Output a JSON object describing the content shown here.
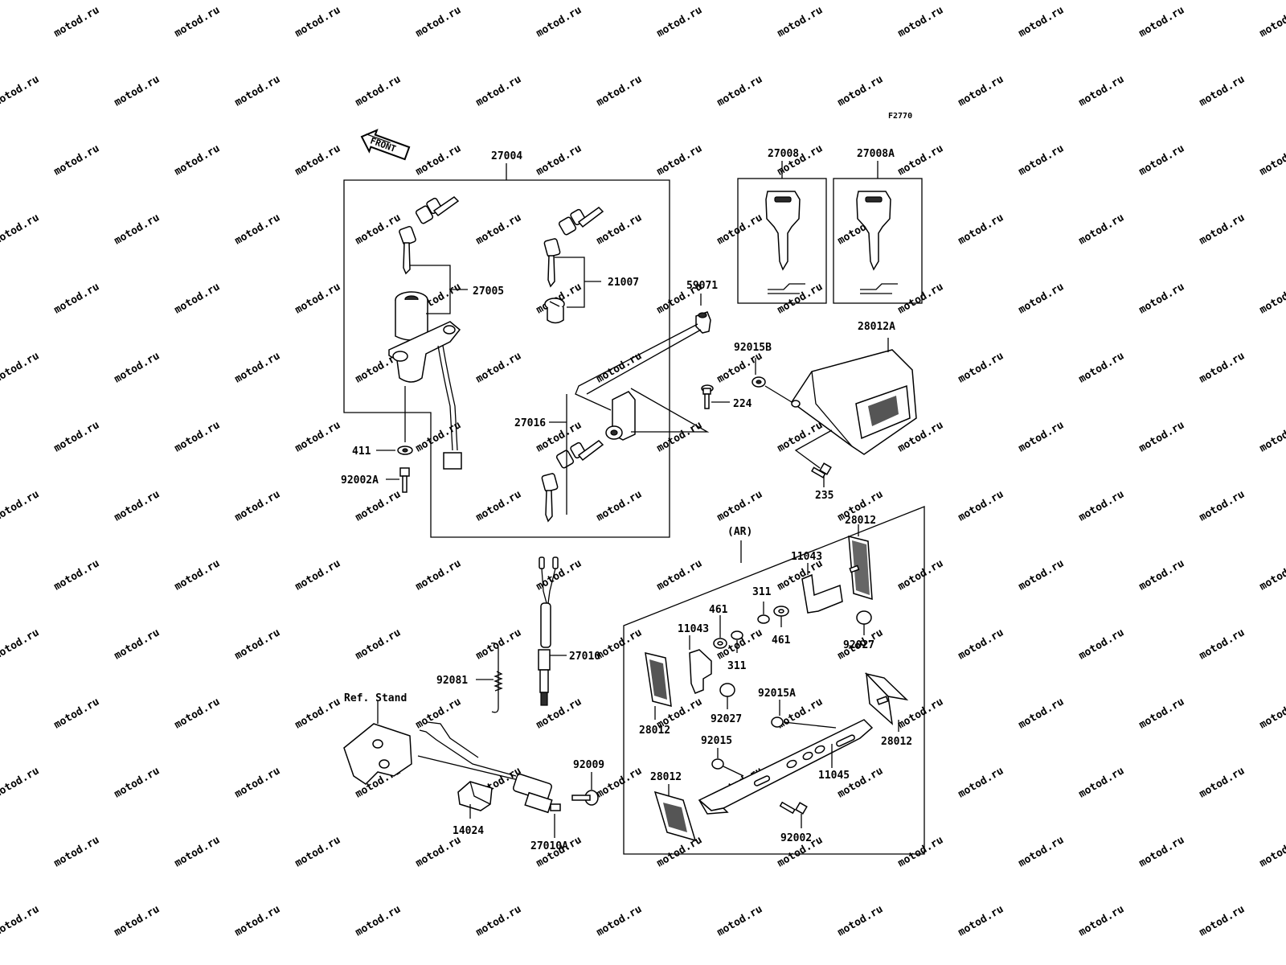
{
  "watermark": {
    "text": "motod.ru",
    "color": "#e6e6e6"
  },
  "figure_code": "F2770",
  "front_label": "FRONT",
  "ref_stand": "Ref. Stand",
  "ar_label": "(AR)",
  "parts": {
    "p27004": "27004",
    "p27005": "27005",
    "p21007": "21007",
    "p27016": "27016",
    "p411": "411",
    "p92002A": "92002A",
    "p27008": "27008",
    "p27008A": "27008A",
    "p59071": "59071",
    "p92015B": "92015B",
    "p28012A": "28012A",
    "p224": "224",
    "p235": "235",
    "p27010": "27010",
    "p92081": "92081",
    "p92009": "92009",
    "p14024": "14024",
    "p27010A": "27010A",
    "p28012_top": "28012",
    "p11043_top": "11043",
    "p311_top": "311",
    "p461_top": "461",
    "p461_mid": "461",
    "p11043_mid": "11043",
    "p311_mid": "311",
    "p92027_right": "92027",
    "p28012_left": "28012",
    "p92027_mid": "92027",
    "p92015A": "92015A",
    "p92015": "92015",
    "p28012_right": "28012",
    "p28012_bottom": "28012",
    "p11045": "11045",
    "p92002": "92002"
  }
}
